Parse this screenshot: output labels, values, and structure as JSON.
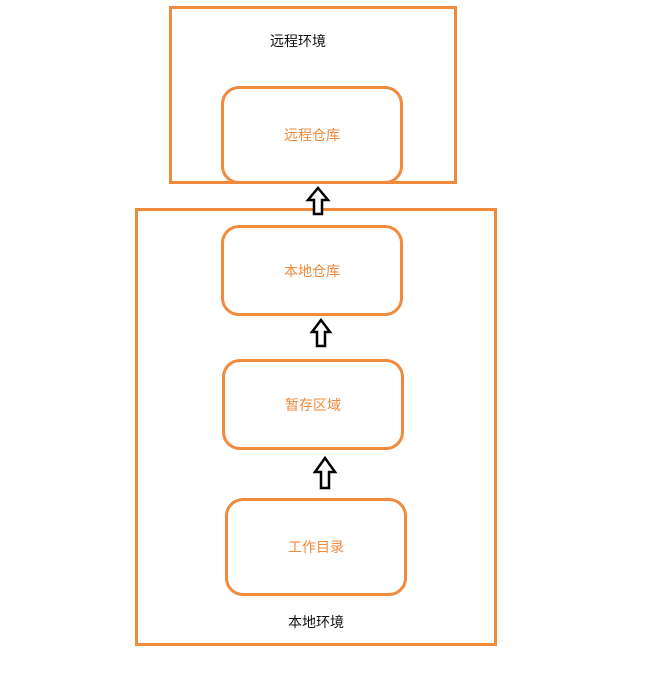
{
  "colors": {
    "accent": "#f08a3c",
    "text": "#111111",
    "arrow": "#000000"
  },
  "remote_env": {
    "label": "远程环境"
  },
  "local_env": {
    "label": "本地环境"
  },
  "nodes": {
    "remote_repo": "远程仓库",
    "local_repo": "本地仓库",
    "staging_area": "暂存区域",
    "working_dir": "工作目录"
  },
  "arrows": [
    {
      "from": "local_repo",
      "to": "remote_repo",
      "icon": "up-arrow-icon"
    },
    {
      "from": "staging_area",
      "to": "local_repo",
      "icon": "up-arrow-icon"
    },
    {
      "from": "working_dir",
      "to": "staging_area",
      "icon": "up-arrow-icon"
    }
  ]
}
